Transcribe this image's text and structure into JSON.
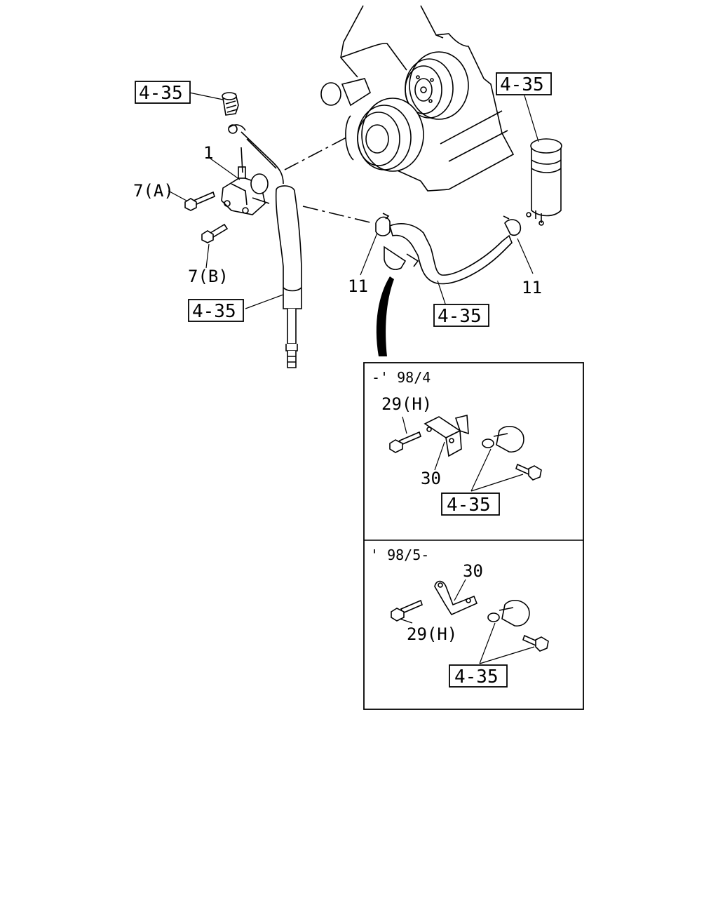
{
  "callouts": {
    "part_1": "1",
    "part_7a": "7(A)",
    "part_7b": "7(B)",
    "part_11_left": "11",
    "part_11_right": "11",
    "part_29h_top": "29(H)",
    "part_30_top": "30",
    "part_30_bottom": "30",
    "part_29h_bottom": "29(H)"
  },
  "references": {
    "ref_top_left": "4-35",
    "ref_top_right": "4-35",
    "ref_left_hose": "4-35",
    "ref_right_hose": "4-35",
    "ref_inset_top": "4-35",
    "ref_inset_bottom": "4-35"
  },
  "insets": {
    "top_date": "-' 98/4",
    "bottom_date": "' 98/5-"
  }
}
